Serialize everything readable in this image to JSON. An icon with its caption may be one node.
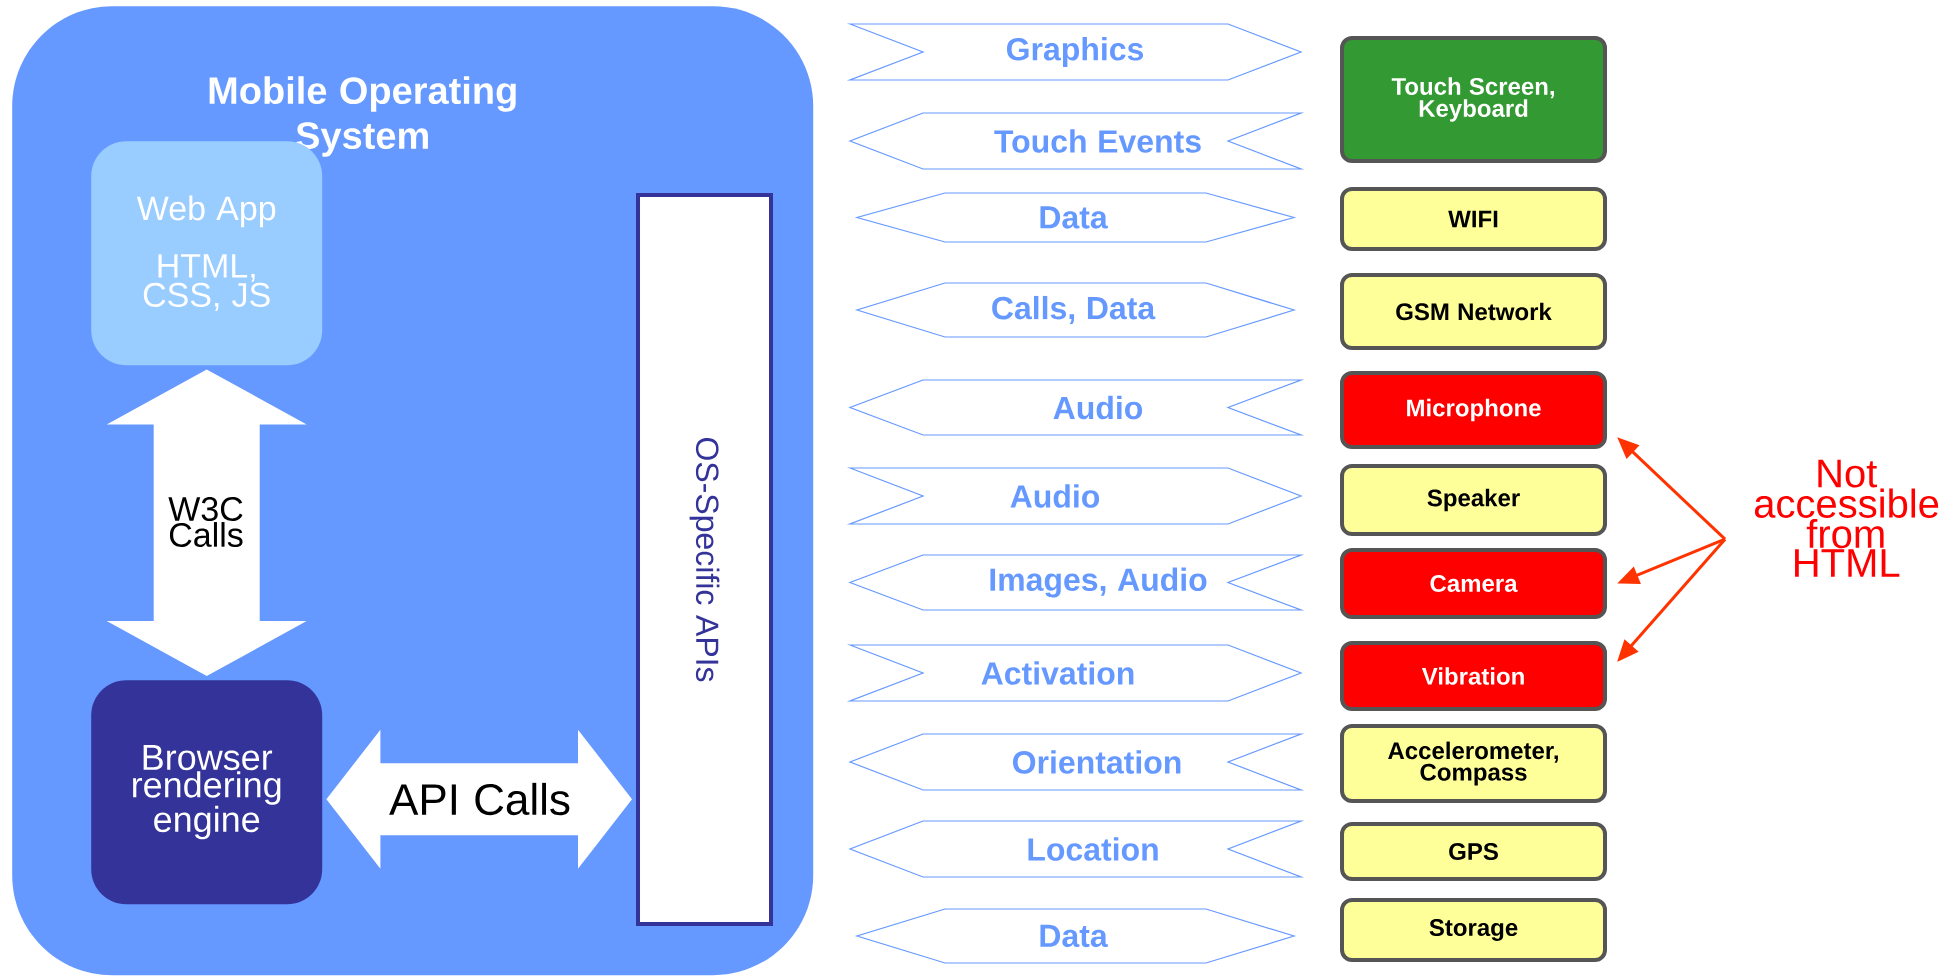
{
  "diagram": {
    "nodes": [
      {
        "text": [
          "Mobile Operating System"
        ]
      },
      {
        "text": [
          "Web App",
          "HTML, CSS, JS"
        ],
        "in": 0
      },
      {
        "text": [
          "Browser rendering engine"
        ],
        "in": 0
      },
      {
        "text": [
          "OS-Specific APIs"
        ],
        "in": 0
      },
      {
        "text": [
          "Touch Screen, Keyboard"
        ]
      },
      {
        "text": [
          "WIFI"
        ]
      },
      {
        "text": [
          "GSM Network"
        ]
      },
      {
        "text": [
          "Microphone"
        ]
      },
      {
        "text": [
          "Speaker"
        ]
      },
      {
        "text": [
          "Camera"
        ]
      },
      {
        "text": [
          "Vibration"
        ]
      },
      {
        "text": [
          "Accelerometer, Compass"
        ]
      },
      {
        "text": [
          "GPS"
        ]
      },
      {
        "text": [
          "Storage"
        ]
      },
      {
        "text": [
          "Not accessible from HTML"
        ]
      }
    ],
    "edges": [
      {
        "from": 1,
        "to": 2,
        "arrow": "both",
        "label": "W3C Calls",
        "style": "thick",
        "color": "#ffffff"
      },
      {
        "from": 2,
        "to": 3,
        "arrow": "both",
        "label": "API Calls",
        "style": "thick",
        "color": "#ffffff"
      },
      {
        "from": 3,
        "to": 4,
        "arrow": "to",
        "label": "Graphics"
      },
      {
        "from": 4,
        "to": 3,
        "arrow": "to",
        "label": "Touch Events"
      },
      {
        "from": 3,
        "to": 5,
        "arrow": "both",
        "label": "Data"
      },
      {
        "from": 3,
        "to": 6,
        "arrow": "both",
        "label": "Calls, Data"
      },
      {
        "from": 7,
        "to": 3,
        "arrow": "to",
        "label": "Audio"
      },
      {
        "from": 3,
        "to": 8,
        "arrow": "to",
        "label": "Audio"
      },
      {
        "from": 9,
        "to": 3,
        "arrow": "to",
        "label": "Images, Audio"
      },
      {
        "from": 3,
        "to": 10,
        "arrow": "to",
        "label": "Activation"
      },
      {
        "from": 11,
        "to": 3,
        "arrow": "to",
        "label": "Orientation"
      },
      {
        "from": 12,
        "to": 3,
        "arrow": "to",
        "label": "Location"
      },
      {
        "from": 3,
        "to": 13,
        "arrow": "both",
        "label": "Data"
      },
      {
        "from": 14,
        "to": 7,
        "arrow": "to",
        "color": "#ff3300"
      },
      {
        "from": 14,
        "to": 9,
        "arrow": "to",
        "color": "#ff3300"
      },
      {
        "from": 14,
        "to": 10,
        "arrow": "to",
        "color": "#ff3300"
      }
    ]
  }
}
